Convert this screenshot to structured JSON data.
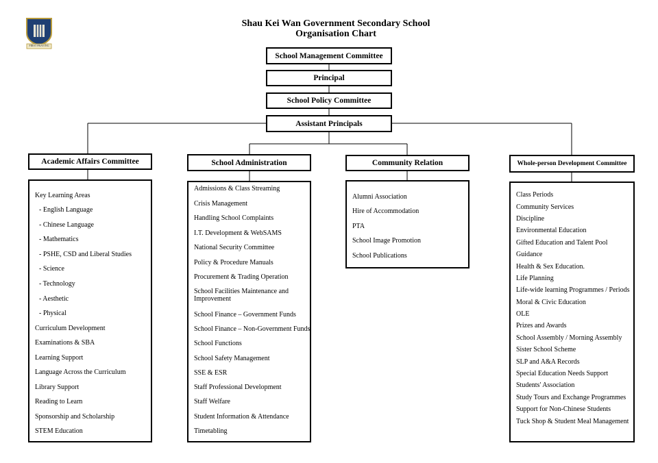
{
  "header": {
    "title_line1": "Shau Kei Wan Government Secondary School",
    "title_line2": "Organisation Chart",
    "crest_motto": "FIRST PRAYING"
  },
  "top_chain": [
    "School Management Committee",
    "Principal",
    "School Policy Committee",
    "Assistant Principals"
  ],
  "departments": [
    {
      "name": "Academic Affairs Committee",
      "items": [
        "Key Learning Areas",
        "- English Language",
        "- Chinese Language",
        "- Mathematics",
        "- PSHE, CSD and Liberal Studies",
        "- Science",
        "- Technology",
        "- Aesthetic",
        "- Physical",
        "Curriculum Development",
        "Examinations & SBA",
        "Learning Support",
        "Language Across the Curriculum",
        "Library Support",
        "Reading to Learn",
        "Sponsorship and Scholarship",
        "STEM Education"
      ]
    },
    {
      "name": "School Administration",
      "items": [
        "Admissions & Class Streaming",
        "Crisis Management",
        "Handling School Complaints",
        "I.T. Development & WebSAMS",
        "National Security Committee",
        "Policy & Procedure Manuals",
        "Procurement & Trading Operation",
        "School Facilities Maintenance and Improvement",
        "School Finance – Government Funds",
        "School Finance – Non-Government Funds",
        "School Functions",
        "School Safety Management",
        "SSE & ESR",
        "Staff Professional Development",
        "Staff Welfare",
        "Student Information & Attendance",
        "Timetabling"
      ]
    },
    {
      "name": "Community Relation",
      "items": [
        "Alumni Association",
        "Hire of Accommodation",
        "PTA",
        "School Image Promotion",
        "School Publications"
      ]
    },
    {
      "name": "Whole-person Development Committee",
      "items": [
        "Class Periods",
        "Community Services",
        "Discipline",
        "Environmental Education",
        "Gifted Education and Talent Pool",
        "Guidance",
        "Health & Sex Education.",
        "Life Planning",
        "Life-wide learning Programmes / Periods",
        "Moral & Civic Education",
        "OLE",
        "Prizes and Awards",
        "School Assembly / Morning Assembly",
        "Sister School Scheme",
        "SLP and A&A Records",
        "Special Education Needs Support",
        "Students' Association",
        "Study Tours and Exchange Programmes",
        "Support for Non-Chinese Students",
        "Tuck Shop & Student Meal Management"
      ]
    }
  ]
}
